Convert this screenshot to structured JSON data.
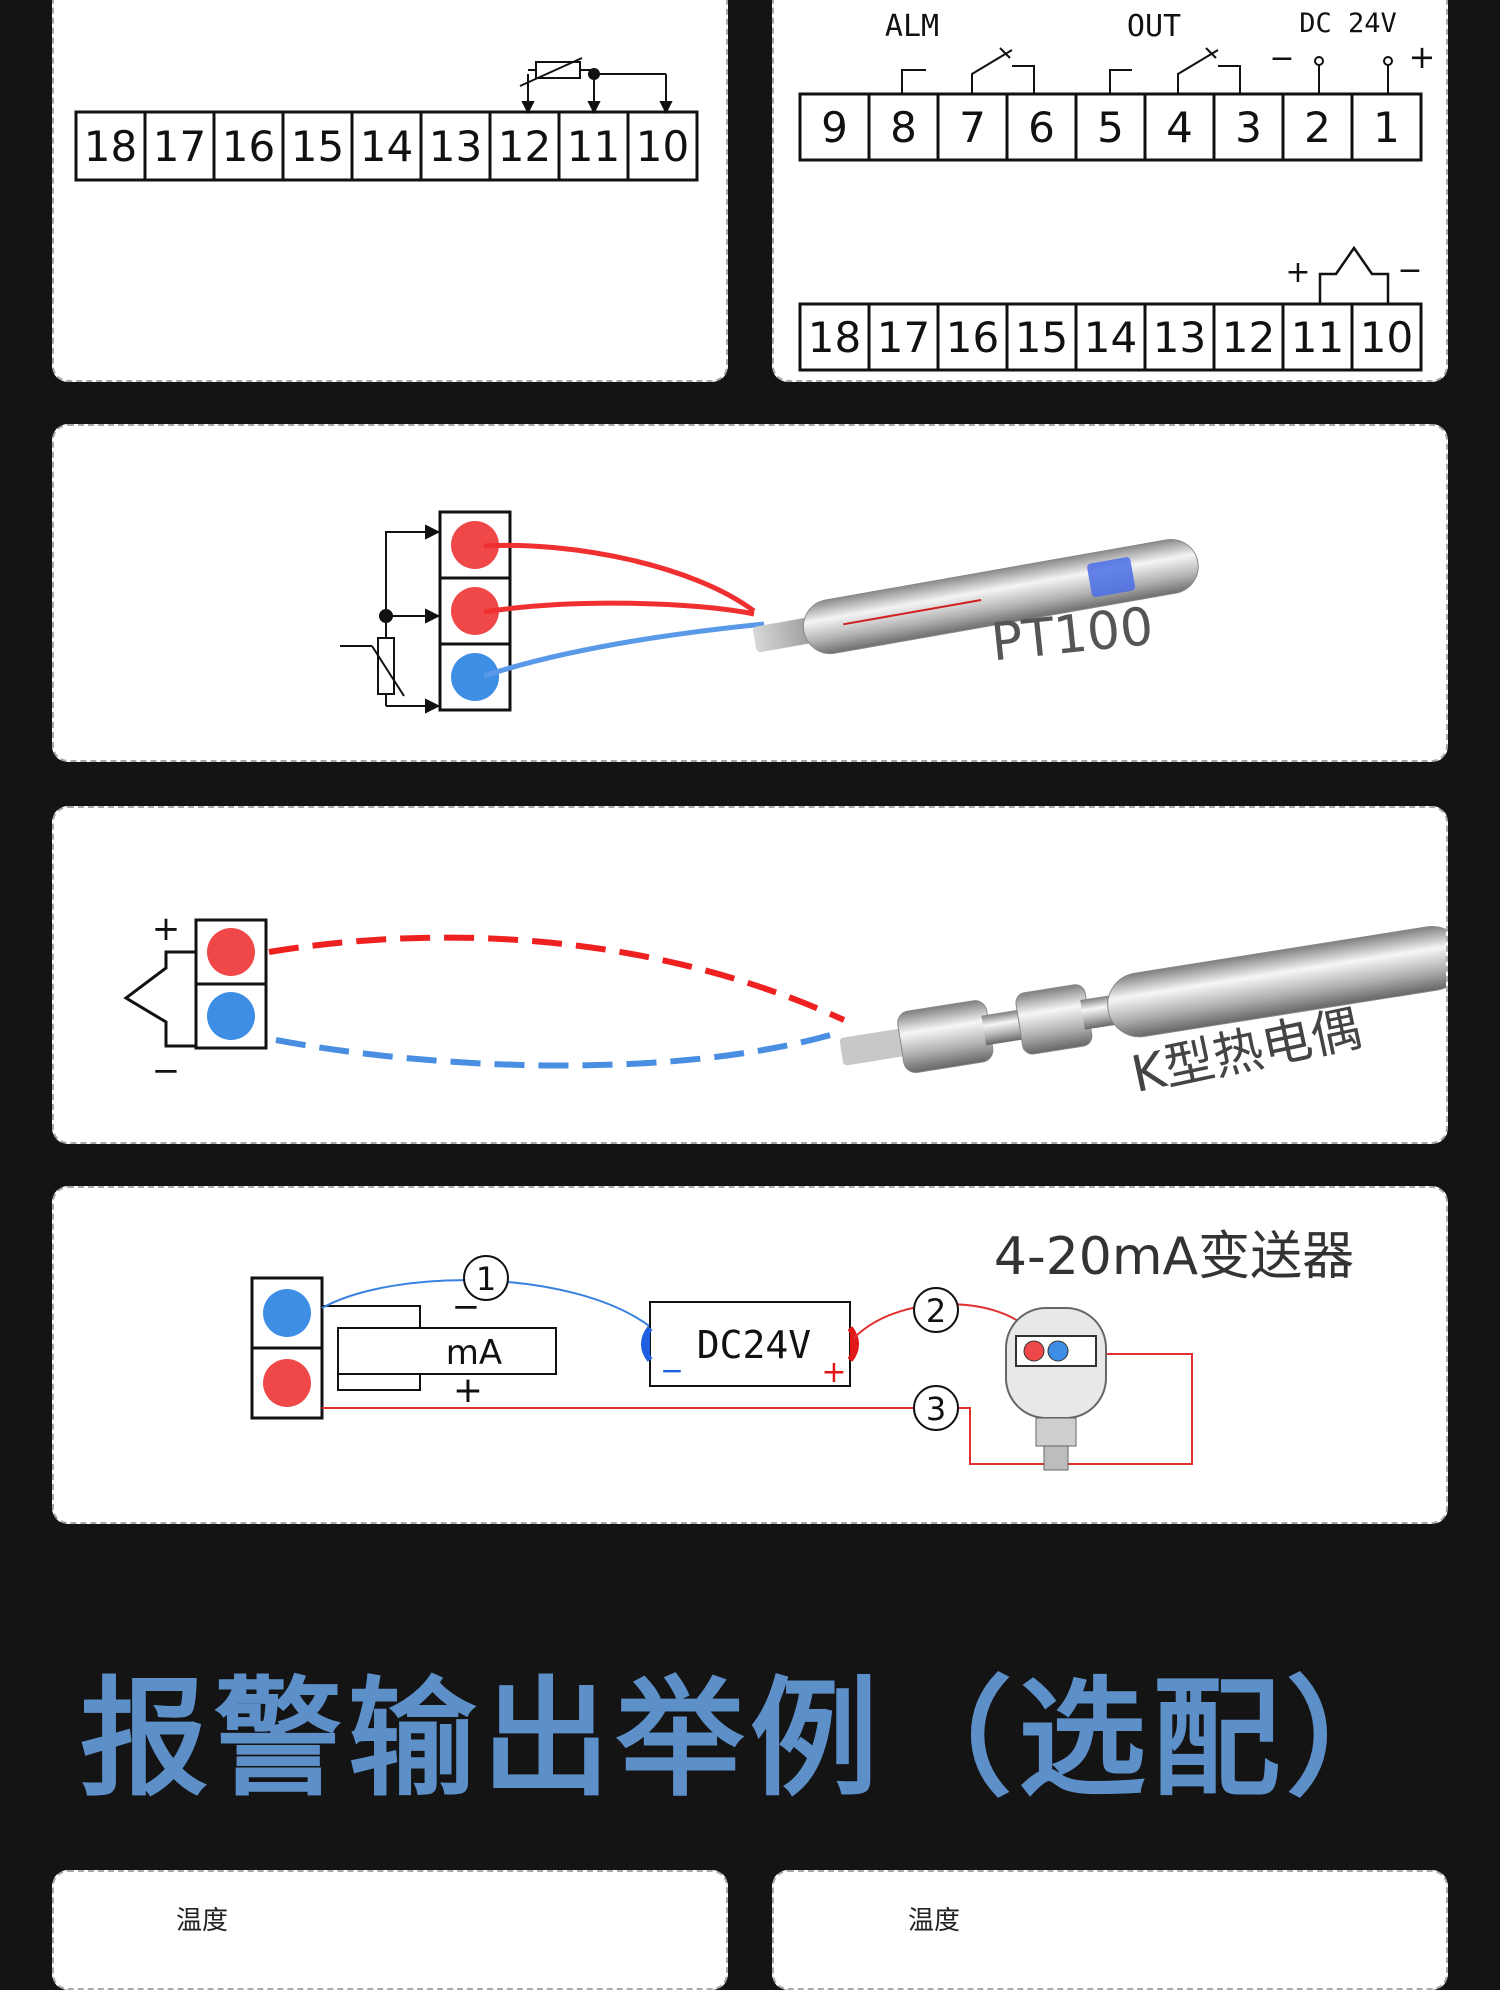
{
  "panel_a": {
    "terminals": [
      "18",
      "17",
      "16",
      "15",
      "14",
      "13",
      "12",
      "11",
      "10"
    ]
  },
  "panel_b": {
    "top_terminals": [
      "9",
      "8",
      "7",
      "6",
      "5",
      "4",
      "3",
      "2",
      "1"
    ],
    "bottom_terminals": [
      "18",
      "17",
      "16",
      "15",
      "14",
      "13",
      "12",
      "11",
      "10"
    ],
    "labels": {
      "alarm": "ALM",
      "output": "OUT",
      "power": "DC 24V"
    },
    "polarity": {
      "plus": "+",
      "minus": "−"
    }
  },
  "pt100": {
    "label": "PT100"
  },
  "thermocouple": {
    "label": "K型热电偶",
    "plus": "+",
    "minus": "−"
  },
  "transmitter": {
    "label": "4-20mA变送器",
    "meter_label": "mA",
    "supply_label": "DC24V",
    "minus": "−",
    "plus": "+",
    "markers": [
      "1",
      "2",
      "3"
    ]
  },
  "section_title": "报警输出举例（选配）",
  "bottom_fragment": {
    "left": "温度",
    "right": "温度"
  },
  "colors": {
    "red": "#f04848",
    "blue": "#3f8ee6",
    "heading": "#5d8fc9"
  }
}
